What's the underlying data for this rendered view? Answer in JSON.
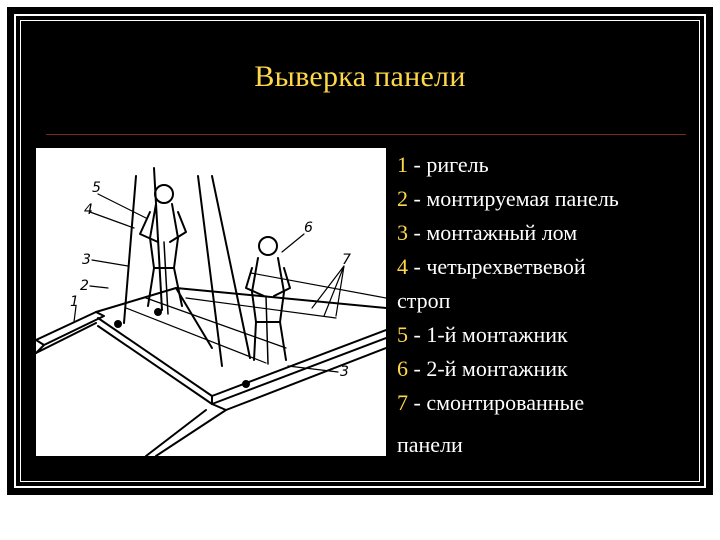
{
  "title": "Выверка панели",
  "legend": [
    {
      "num": "1",
      "text": " - ригель"
    },
    {
      "num": "2",
      "text": " - монтируемая панель"
    },
    {
      "num": "3",
      "text": " - монтажный лом"
    },
    {
      "num": "4",
      "text": " - четырехветвевой"
    },
    {
      "num": "",
      "text": "строп"
    },
    {
      "num": "5",
      "text": " - 1-й монтажник"
    },
    {
      "num": "6",
      "text": " - 2-й монтажник"
    },
    {
      "num": "7",
      "text": " - смонтированные"
    },
    {
      "num": "",
      "text": "панели"
    }
  ],
  "figure_labels": {
    "l1": "1",
    "l2": "2",
    "l3": "3",
    "l4": "4",
    "l5": "5",
    "l6": "6",
    "l7": "7",
    "l3b": "3"
  },
  "colors": {
    "title": "#ffd84a",
    "text": "#ffffff",
    "background": "#000000",
    "rule": "#7a2a1a"
  }
}
